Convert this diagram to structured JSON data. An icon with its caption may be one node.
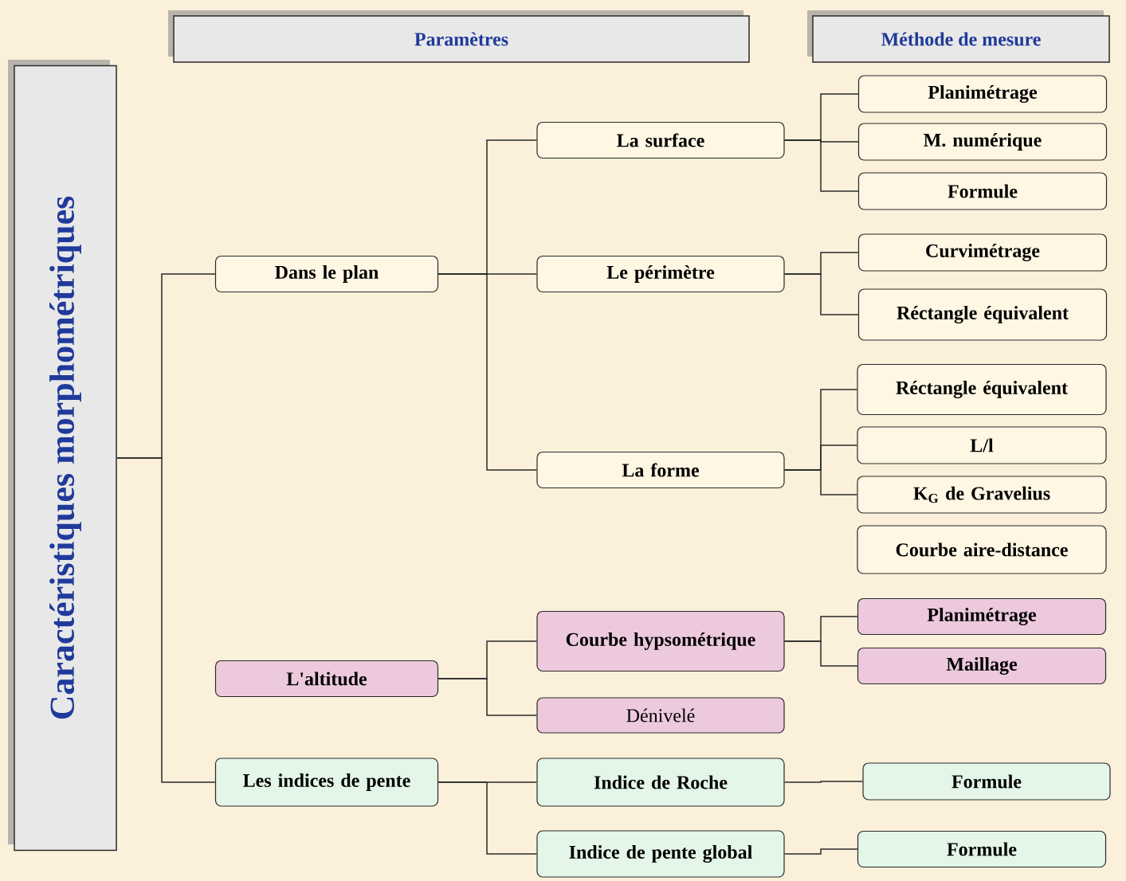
{
  "diagram": {
    "nodes": [
      {
        "text": [
          "Paramètres"
        ]
      },
      {
        "text": [
          "Méthode de mesure"
        ]
      },
      {
        "text": [
          "Caractéristiques morphométriques"
        ]
      },
      {
        "text": [
          "Dans le plan"
        ]
      },
      {
        "text": [
          "La surface"
        ]
      },
      {
        "text": [
          "Planimétrage"
        ]
      },
      {
        "text": [
          "M. numérique"
        ]
      },
      {
        "text": [
          "Formule"
        ]
      },
      {
        "text": [
          "Le périmètre"
        ]
      },
      {
        "text": [
          "Curvimétrage"
        ]
      },
      {
        "text": [
          "Réctangle équivalent"
        ]
      },
      {
        "text": [
          "La forme"
        ]
      },
      {
        "text": [
          "Réctangle équivalent"
        ]
      },
      {
        "text": [
          "L/l"
        ]
      },
      {
        "text": [
          "K$_{G}$ de Gravelius"
        ]
      },
      {
        "text": [
          "Courbe aire-distance"
        ]
      },
      {
        "text": [
          "L'altitude"
        ]
      },
      {
        "text": [
          "Courbe hypsométrique"
        ]
      },
      {
        "text": [
          "Dénivelé"
        ]
      },
      {
        "text": [
          "Planimétrage"
        ]
      },
      {
        "text": [
          "Maillage"
        ]
      },
      {
        "text": [
          "Les indices de pente"
        ]
      },
      {
        "text": [
          "Indice de Roche"
        ]
      },
      {
        "text": [
          "Formule"
        ]
      },
      {
        "text": [
          "Indice de pente global"
        ]
      },
      {
        "text": [
          "Formule"
        ]
      }
    ],
    "edges": [
      {
        "from": 2,
        "to": 3,
        "arrow": "none"
      },
      {
        "from": 2,
        "to": 21,
        "arrow": "none"
      },
      {
        "from": 3,
        "to": 4,
        "arrow": "none"
      },
      {
        "from": 3,
        "to": 8,
        "arrow": "none"
      },
      {
        "from": 3,
        "to": 11,
        "arrow": "none"
      },
      {
        "from": 4,
        "to": 5,
        "arrow": "none"
      },
      {
        "from": 4,
        "to": 6,
        "arrow": "none"
      },
      {
        "from": 4,
        "to": 7,
        "arrow": "none"
      },
      {
        "from": 8,
        "to": 9,
        "arrow": "none"
      },
      {
        "from": 8,
        "to": 10,
        "arrow": "none"
      },
      {
        "from": 11,
        "to": 12,
        "arrow": "none"
      },
      {
        "from": 11,
        "to": 13,
        "arrow": "none"
      },
      {
        "from": 11,
        "to": 14,
        "arrow": "none"
      },
      {
        "from": 16,
        "to": 17,
        "arrow": "none"
      },
      {
        "from": 16,
        "to": 18,
        "arrow": "none"
      },
      {
        "from": 17,
        "to": 19,
        "arrow": "none"
      },
      {
        "from": 17,
        "to": 20,
        "arrow": "none"
      },
      {
        "from": 21,
        "to": 22,
        "arrow": "none"
      },
      {
        "from": 21,
        "to": 24,
        "arrow": "none"
      },
      {
        "from": 22,
        "to": 23,
        "arrow": "none"
      },
      {
        "from": 24,
        "to": 25,
        "arrow": "none"
      }
    ]
  }
}
